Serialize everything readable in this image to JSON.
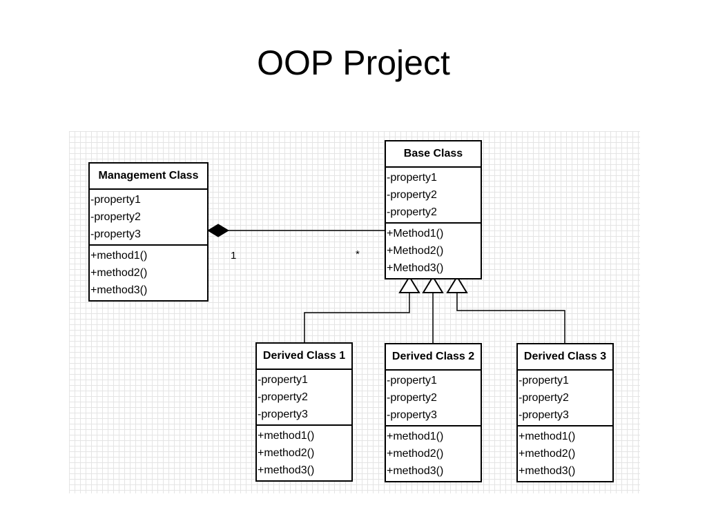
{
  "title": "OOP Project",
  "classes": {
    "management": {
      "name": "Management Class",
      "properties": [
        "-property1",
        "-property2",
        "-property3"
      ],
      "methods": [
        "+method1()",
        "+method2()",
        "+method3()"
      ]
    },
    "base": {
      "name": "Base Class",
      "properties": [
        "-property1",
        "-property2",
        "-property2"
      ],
      "methods": [
        "+Method1()",
        "+Method2()",
        "+Method3()"
      ]
    },
    "derived1": {
      "name": "Derived Class 1",
      "properties": [
        "-property1",
        "-property2",
        "-property3"
      ],
      "methods": [
        "+method1()",
        "+method2()",
        "+method3()"
      ]
    },
    "derived2": {
      "name": "Derived Class 2",
      "properties": [
        "-property1",
        "-property2",
        "-property3"
      ],
      "methods": [
        "+method1()",
        "+method2()",
        "+method3()"
      ]
    },
    "derived3": {
      "name": "Derived Class 3",
      "properties": [
        "-property1",
        "-property2",
        "-property3"
      ],
      "methods": [
        "+method1()",
        "+method2()",
        "+method3()"
      ]
    }
  },
  "composition": {
    "source_multiplicity": "1",
    "target_multiplicity": "*"
  }
}
